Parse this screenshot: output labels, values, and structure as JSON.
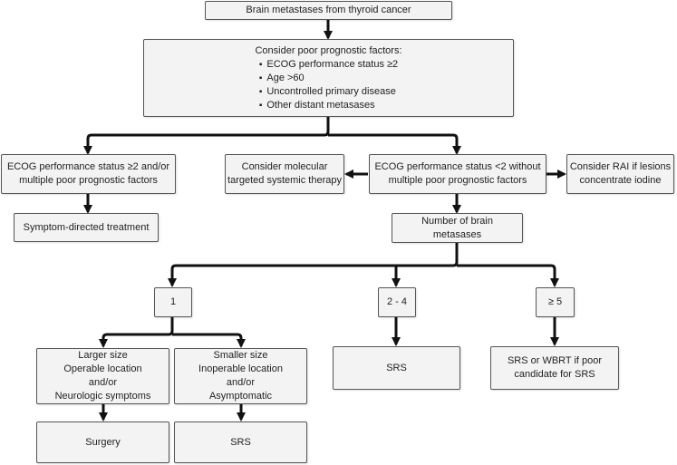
{
  "flowchart": {
    "top": "Brain metastases from thyroid cancer",
    "factors": {
      "heading": "Consider poor prognostic factors:",
      "items": [
        "ECOG performance status ≥2",
        "Age >60",
        "Uncontrolled primary disease",
        "Other distant metasases"
      ]
    },
    "poor": [
      "ECOG performance status ≥2 and/or",
      "multiple poor prognostic factors"
    ],
    "symptom": "Symptom-directed treatment",
    "molecular": [
      "Consider molecular",
      "targeted systemic therapy"
    ],
    "good": [
      "ECOG performance status <2 without",
      "multiple poor prognostic factors"
    ],
    "rai": [
      "Consider RAI if lesions",
      "concentrate iodine"
    ],
    "number": "Number of brain metasases",
    "one": "1",
    "two_four": "2 - 4",
    "five": "≥ 5",
    "larger": [
      "Larger size",
      "Operable location",
      "and/or",
      "Neurologic symptoms"
    ],
    "smaller": [
      "Smaller size",
      "Inoperable location",
      "and/or",
      "Asymptomatic"
    ],
    "srs_mid": "SRS",
    "wbrt": [
      "SRS or WBRT if poor",
      "candidate for SRS"
    ],
    "surgery": "Surgery",
    "srs_bottom": "SRS"
  },
  "colors": {
    "box_fill": "#f3f3f3",
    "border": "#555555",
    "connector": "#111111"
  }
}
